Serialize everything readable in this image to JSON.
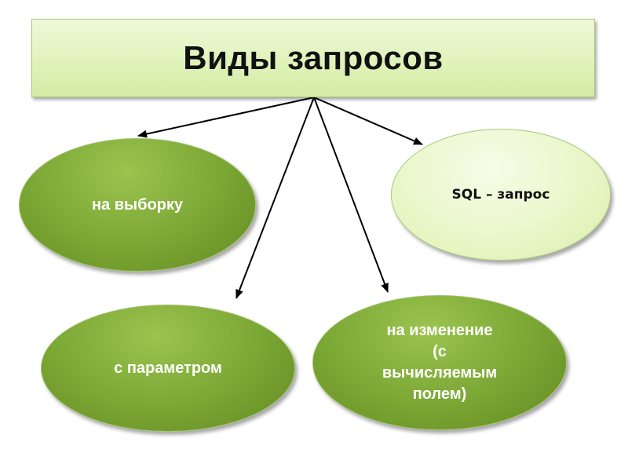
{
  "diagram": {
    "title": "Виды запросов",
    "nodes": [
      {
        "id": "select",
        "label": "на выборку"
      },
      {
        "id": "sql",
        "label": "SQL – запрос"
      },
      {
        "id": "param",
        "label": "с параметром"
      },
      {
        "id": "change",
        "label": "на изменение\n (с\nвычисляемым\nполем)"
      }
    ],
    "colors": {
      "title_fill": "#dff2b8",
      "node_dark": "#7aa634",
      "node_light": "#e8f6c6",
      "arrow": "#000000"
    }
  }
}
